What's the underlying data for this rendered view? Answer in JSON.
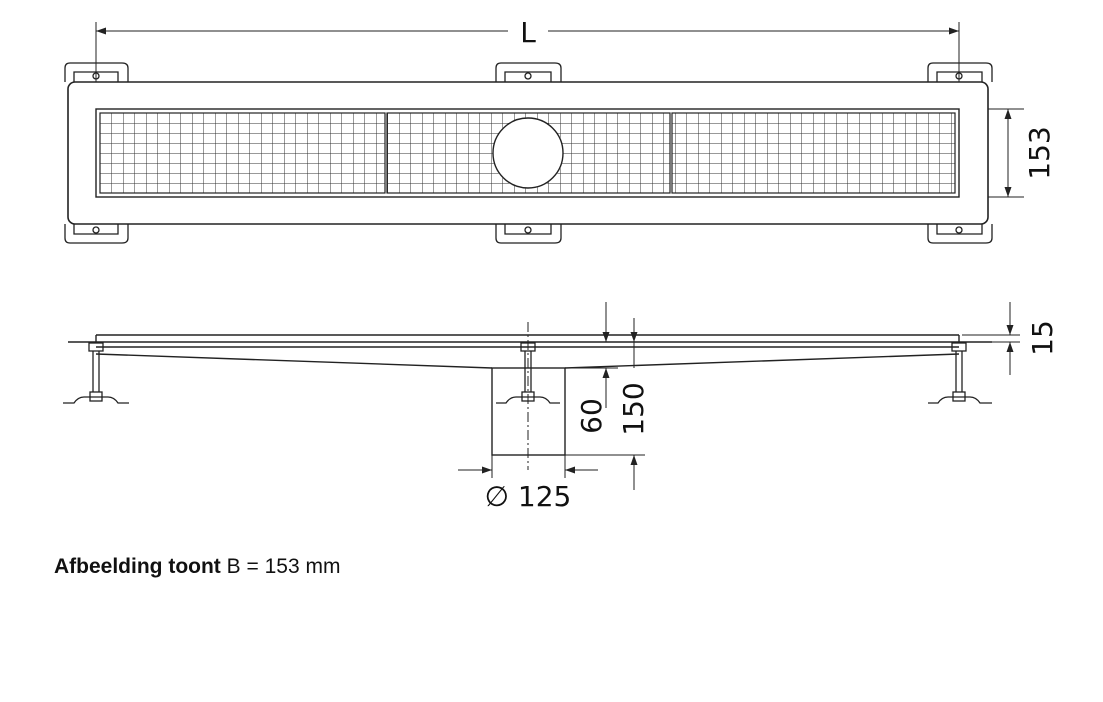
{
  "dimensions": {
    "length": "L",
    "width": "153",
    "top_thickness": "15",
    "outlet_height": "60",
    "total_height": "150",
    "outlet_diameter": "∅ 125"
  },
  "caption": {
    "label": "Afbeelding toont",
    "value": "B = 153 mm"
  },
  "colors": {
    "line": "#222222",
    "grate_line": "#333333",
    "background": "#ffffff"
  }
}
